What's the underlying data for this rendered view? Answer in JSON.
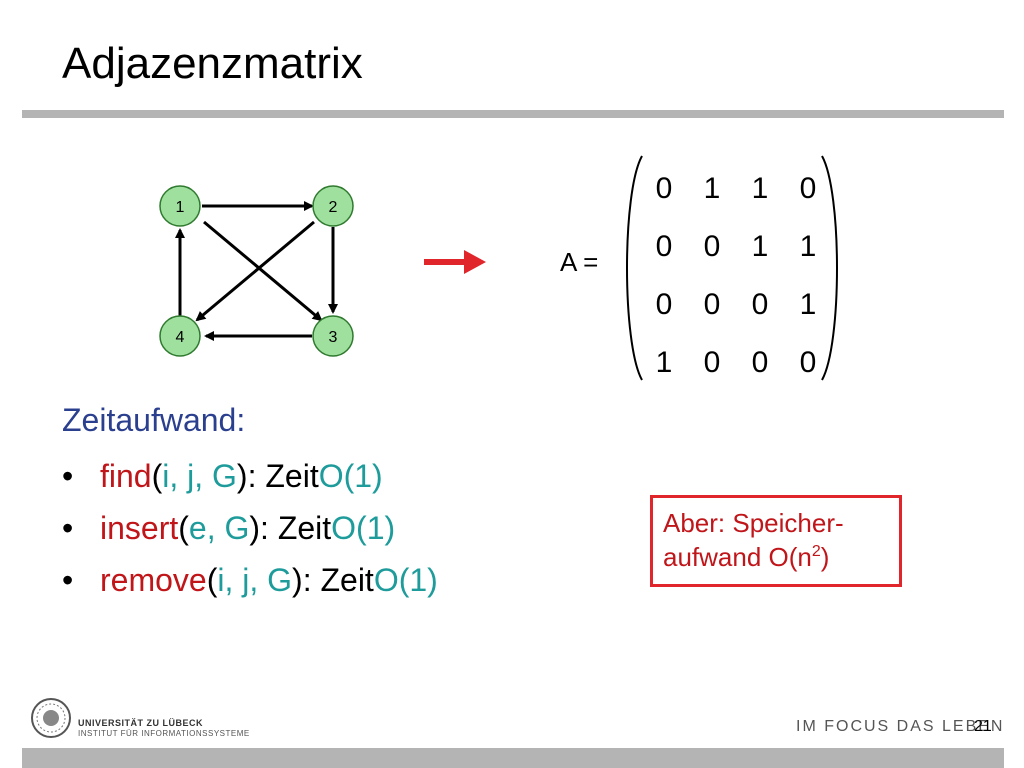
{
  "title": "Adjazenzmatrix",
  "graph": {
    "nodes": [
      "1",
      "2",
      "3",
      "4"
    ],
    "edges": [
      {
        "from": "1",
        "to": "2"
      },
      {
        "from": "1",
        "to": "3"
      },
      {
        "from": "2",
        "to": "3"
      },
      {
        "from": "2",
        "to": "4"
      },
      {
        "from": "3",
        "to": "4"
      },
      {
        "from": "4",
        "to": "1"
      }
    ]
  },
  "matrix": {
    "label": "A =",
    "rows": [
      [
        "0",
        "1",
        "1",
        "0"
      ],
      [
        "0",
        "0",
        "1",
        "1"
      ],
      [
        "0",
        "0",
        "0",
        "1"
      ],
      [
        "1",
        "0",
        "0",
        "0"
      ]
    ]
  },
  "complexity": {
    "heading": "Zeitaufwand:",
    "bullet": "•",
    "items": [
      {
        "fn": "find",
        "open": "(",
        "args": "i, j, G",
        "close": "): Zeit ",
        "cost": "O(1)"
      },
      {
        "fn": "insert",
        "open": "(",
        "args": "e, G",
        "close": "): Zeit ",
        "cost": "O(1)"
      },
      {
        "fn": "remove",
        "open": "(",
        "args": "i, j, G",
        "close": "): Zeit ",
        "cost": "O(1)"
      }
    ]
  },
  "note": {
    "line1": "Aber: Speicher-",
    "line2_prefix": "aufwand O(n",
    "line2_sup": "2",
    "line2_suffix": ")"
  },
  "footer": {
    "university": "UNIVERSITÄT ZU LÜBECK",
    "institute": "INSTITUT FÜR INFORMATIONSSYSTEME",
    "slogan": "IM FOCUS DAS LEBEN",
    "page_number": "21"
  },
  "colors": {
    "heading_blue": "#2b3f8f",
    "function_red": "#c0161a",
    "argument_teal": "#1e9b9b",
    "rule_gray": "#b4b4b4",
    "node_green": "#9fe09f",
    "arrow_red": "#e0252b"
  }
}
